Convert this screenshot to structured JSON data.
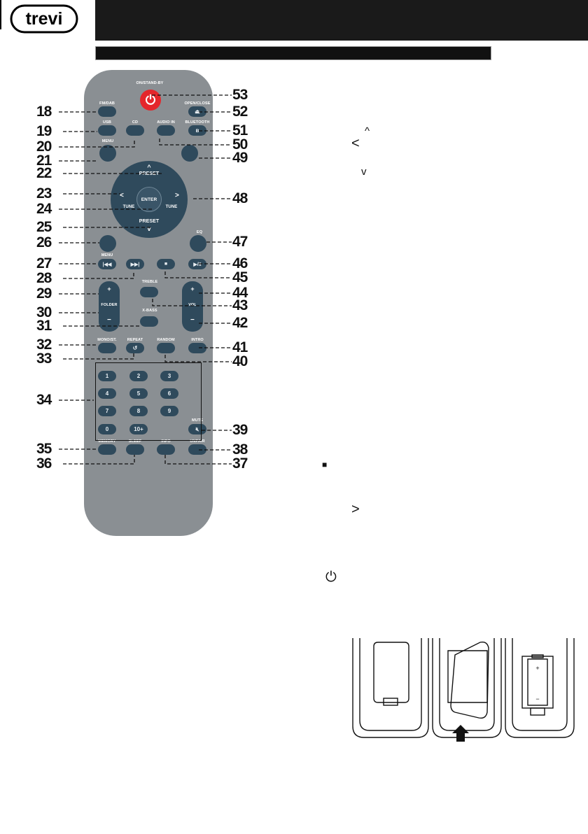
{
  "brand": "trevi",
  "remote": {
    "power_label": "ON/STAND-BY",
    "labels": {
      "fmdab": "FM/DAB",
      "open_close": "OPEN/CLOSE",
      "usb": "USB",
      "cd": "CD",
      "audio_in": "AUDIO IN",
      "bluetooth": "BLUETOOTH",
      "menu_top": "MENU",
      "preset_up": "PRESET",
      "tune_left": "TUNE",
      "enter": "ENTER",
      "tune_right": "TUNE",
      "preset_down": "PRESET",
      "eq": "EQ",
      "menu2": "MENU",
      "treble": "TREBLE",
      "folder": "FOLDER",
      "vol": "VOL",
      "xbass": "X-BASS",
      "mono_st": "MONO/ST.",
      "repeat": "REPEAT",
      "random": "RANDOM",
      "intro": "INTRO",
      "mute": "MUTE",
      "memory": "MEMORY",
      "sleep": "SLEEP",
      "info": "INFO",
      "unpair": "UNPAIR"
    },
    "keypad": [
      "1",
      "2",
      "3",
      "4",
      "5",
      "6",
      "7",
      "8",
      "9",
      "0",
      "10+"
    ],
    "plus": "+",
    "minus": "−"
  },
  "callouts": {
    "left": [
      "18",
      "19",
      "20",
      "21",
      "22",
      "23",
      "24",
      "25",
      "26",
      "27",
      "28",
      "29",
      "30",
      "31",
      "32",
      "33",
      "34",
      "35",
      "36"
    ],
    "right": [
      "53",
      "52",
      "51",
      "50",
      "49",
      "48",
      "47",
      "46",
      "45",
      "44",
      "43",
      "42",
      "41",
      "40",
      "39",
      "38",
      "37"
    ]
  },
  "glyphs": {
    "up": "^",
    "left": "<",
    "down": "v",
    "stop": "■",
    "right": ">",
    "power": "⏻"
  }
}
